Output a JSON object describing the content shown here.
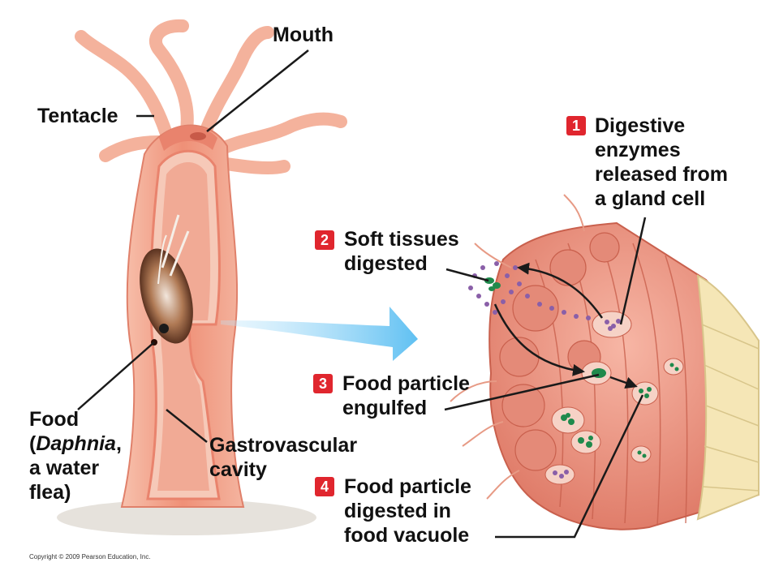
{
  "labels": {
    "mouth": "Mouth",
    "tentacle": "Tentacle",
    "food": {
      "line1": "Food",
      "line2_open": "(",
      "line2_italic": "Daphnia",
      "line2_close": ",",
      "line3": "a water",
      "line4": "flea)"
    },
    "gastrovascular": {
      "line1": "Gastrovascular",
      "line2": "cavity"
    }
  },
  "steps": [
    {
      "number": "1",
      "lines": [
        "Digestive",
        "enzymes",
        "released from",
        "a gland cell"
      ]
    },
    {
      "number": "2",
      "lines": [
        "Soft tissues",
        "digested"
      ]
    },
    {
      "number": "3",
      "lines": [
        "Food particle",
        "engulfed"
      ]
    },
    {
      "number": "4",
      "lines": [
        "Food particle",
        "digested in",
        "food vacuole"
      ]
    }
  ],
  "copyright": "Copyright © 2009 Pearson Education, Inc.",
  "colors": {
    "body_tissue": "#f2a58e",
    "body_inner": "#e9836d",
    "cavity": "#f6c9b8",
    "cell_tissue": "#ec9a8a",
    "outer_layer": "#f5e6b6",
    "step_badge": "#e0262e",
    "arrow_fill": "#76c9f2",
    "enzyme_dots": "#8a5fa8",
    "food_green": "#1f8a4c"
  }
}
